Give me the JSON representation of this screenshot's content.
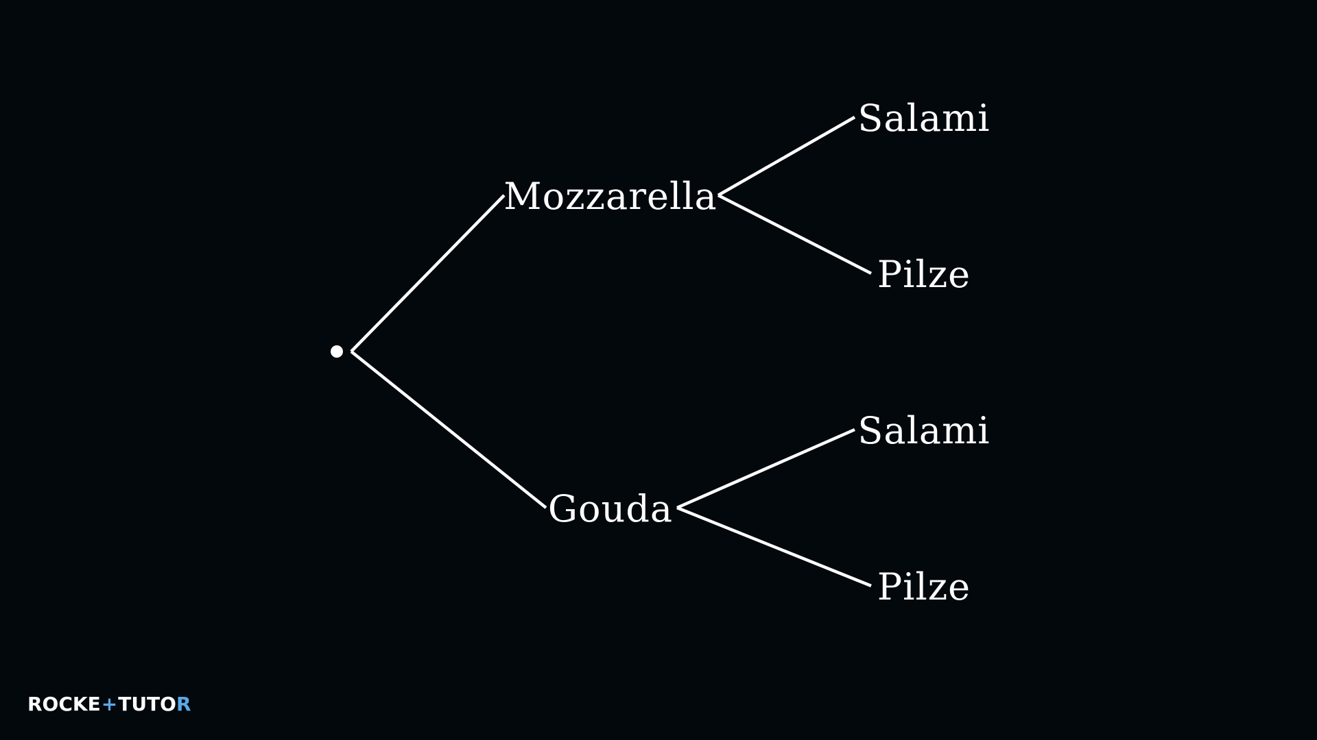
{
  "colors": {
    "background": "#03080d",
    "foreground": "#ffffff",
    "logo_accent": "#5aa9e6"
  },
  "tree": {
    "root": {
      "label": ""
    },
    "level1": [
      {
        "label": "Mozzarella",
        "children": [
          {
            "label": "Salami"
          },
          {
            "label": "Pilze"
          }
        ]
      },
      {
        "label": "Gouda",
        "children": [
          {
            "label": "Salami"
          },
          {
            "label": "Pilze"
          }
        ]
      }
    ]
  },
  "logo": {
    "part1": "ROCKE",
    "plus": "+",
    "part2": "TUTO",
    "part3": "R",
    "icon": "rocket-tutor-logo"
  }
}
